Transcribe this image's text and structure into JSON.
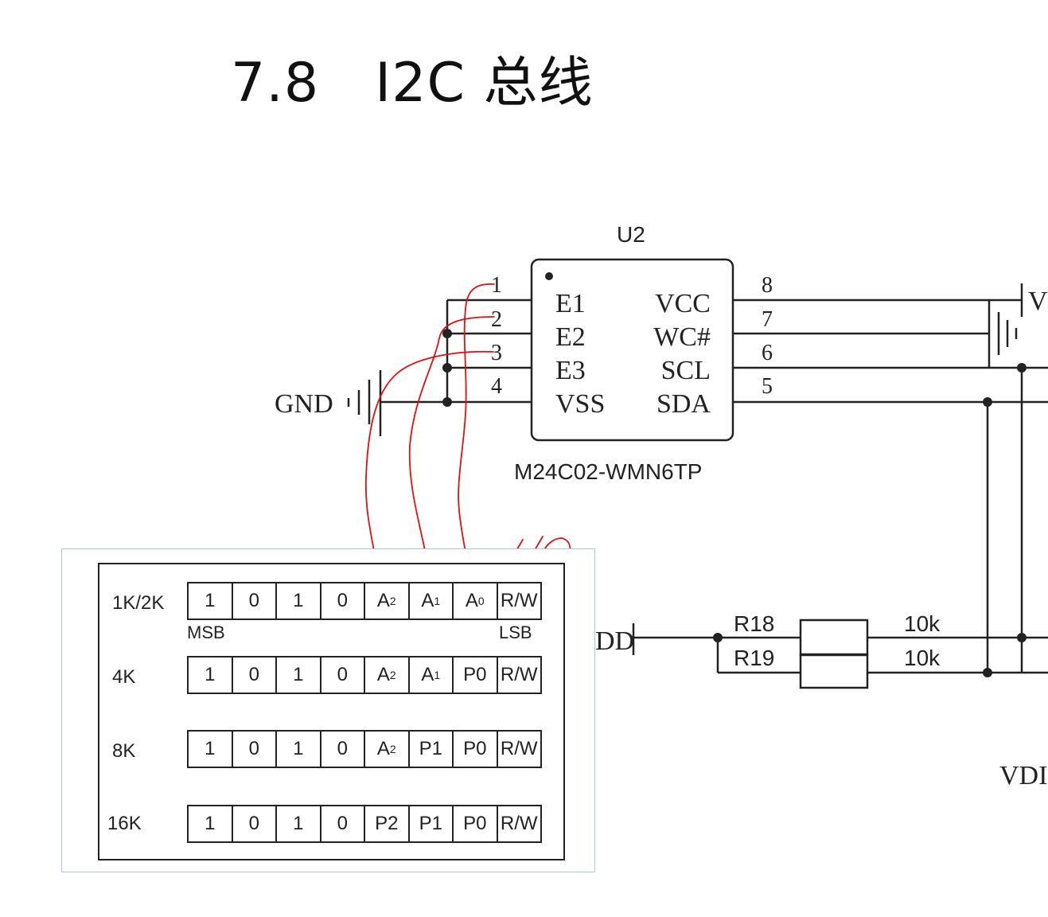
{
  "page": {
    "section_number": "7.8",
    "section_title": "I2C 总线"
  },
  "schematic": {
    "ic_ref": "U2",
    "ic_part": "M24C02-WMN6TP",
    "left_pins": [
      {
        "num": "1",
        "name": "E1"
      },
      {
        "num": "2",
        "name": "E2"
      },
      {
        "num": "3",
        "name": "E3"
      },
      {
        "num": "4",
        "name": "VSS"
      }
    ],
    "right_pins": [
      {
        "num": "8",
        "name": "VCC"
      },
      {
        "num": "7",
        "name": "WC#"
      },
      {
        "num": "6",
        "name": "SCL"
      },
      {
        "num": "5",
        "name": "SDA"
      }
    ],
    "gnd_label": "GND",
    "vcc_fragment": "V",
    "vdd_fragment_left": "DD",
    "vdd_fragment_bottom": "VDI",
    "resistors": [
      {
        "ref": "R18",
        "value": "10k"
      },
      {
        "ref": "R19",
        "value": "10k"
      }
    ],
    "annotation_color": "#e01010"
  },
  "address_table": {
    "msb_label": "MSB",
    "lsb_label": "LSB",
    "rows": [
      {
        "label": "1K/2K",
        "bits": [
          {
            "t": "1"
          },
          {
            "t": "0"
          },
          {
            "t": "1"
          },
          {
            "t": "0"
          },
          {
            "t": "A",
            "sub": "2"
          },
          {
            "t": "A",
            "sub": "1"
          },
          {
            "t": "A",
            "sub": "0"
          },
          {
            "t": "R/W"
          }
        ]
      },
      {
        "label": "4K",
        "bits": [
          {
            "t": "1"
          },
          {
            "t": "0"
          },
          {
            "t": "1"
          },
          {
            "t": "0"
          },
          {
            "t": "A",
            "sub": "2"
          },
          {
            "t": "A",
            "sub": "1"
          },
          {
            "t": "P0"
          },
          {
            "t": "R/W"
          }
        ]
      },
      {
        "label": "8K",
        "bits": [
          {
            "t": "1"
          },
          {
            "t": "0"
          },
          {
            "t": "1"
          },
          {
            "t": "0"
          },
          {
            "t": "A",
            "sub": "2"
          },
          {
            "t": "P1"
          },
          {
            "t": "P0"
          },
          {
            "t": "R/W"
          }
        ]
      },
      {
        "label": "16K",
        "bits": [
          {
            "t": "1"
          },
          {
            "t": "0"
          },
          {
            "t": "1"
          },
          {
            "t": "0"
          },
          {
            "t": "P2"
          },
          {
            "t": "P1"
          },
          {
            "t": "P0"
          },
          {
            "t": "R/W"
          }
        ]
      }
    ]
  }
}
